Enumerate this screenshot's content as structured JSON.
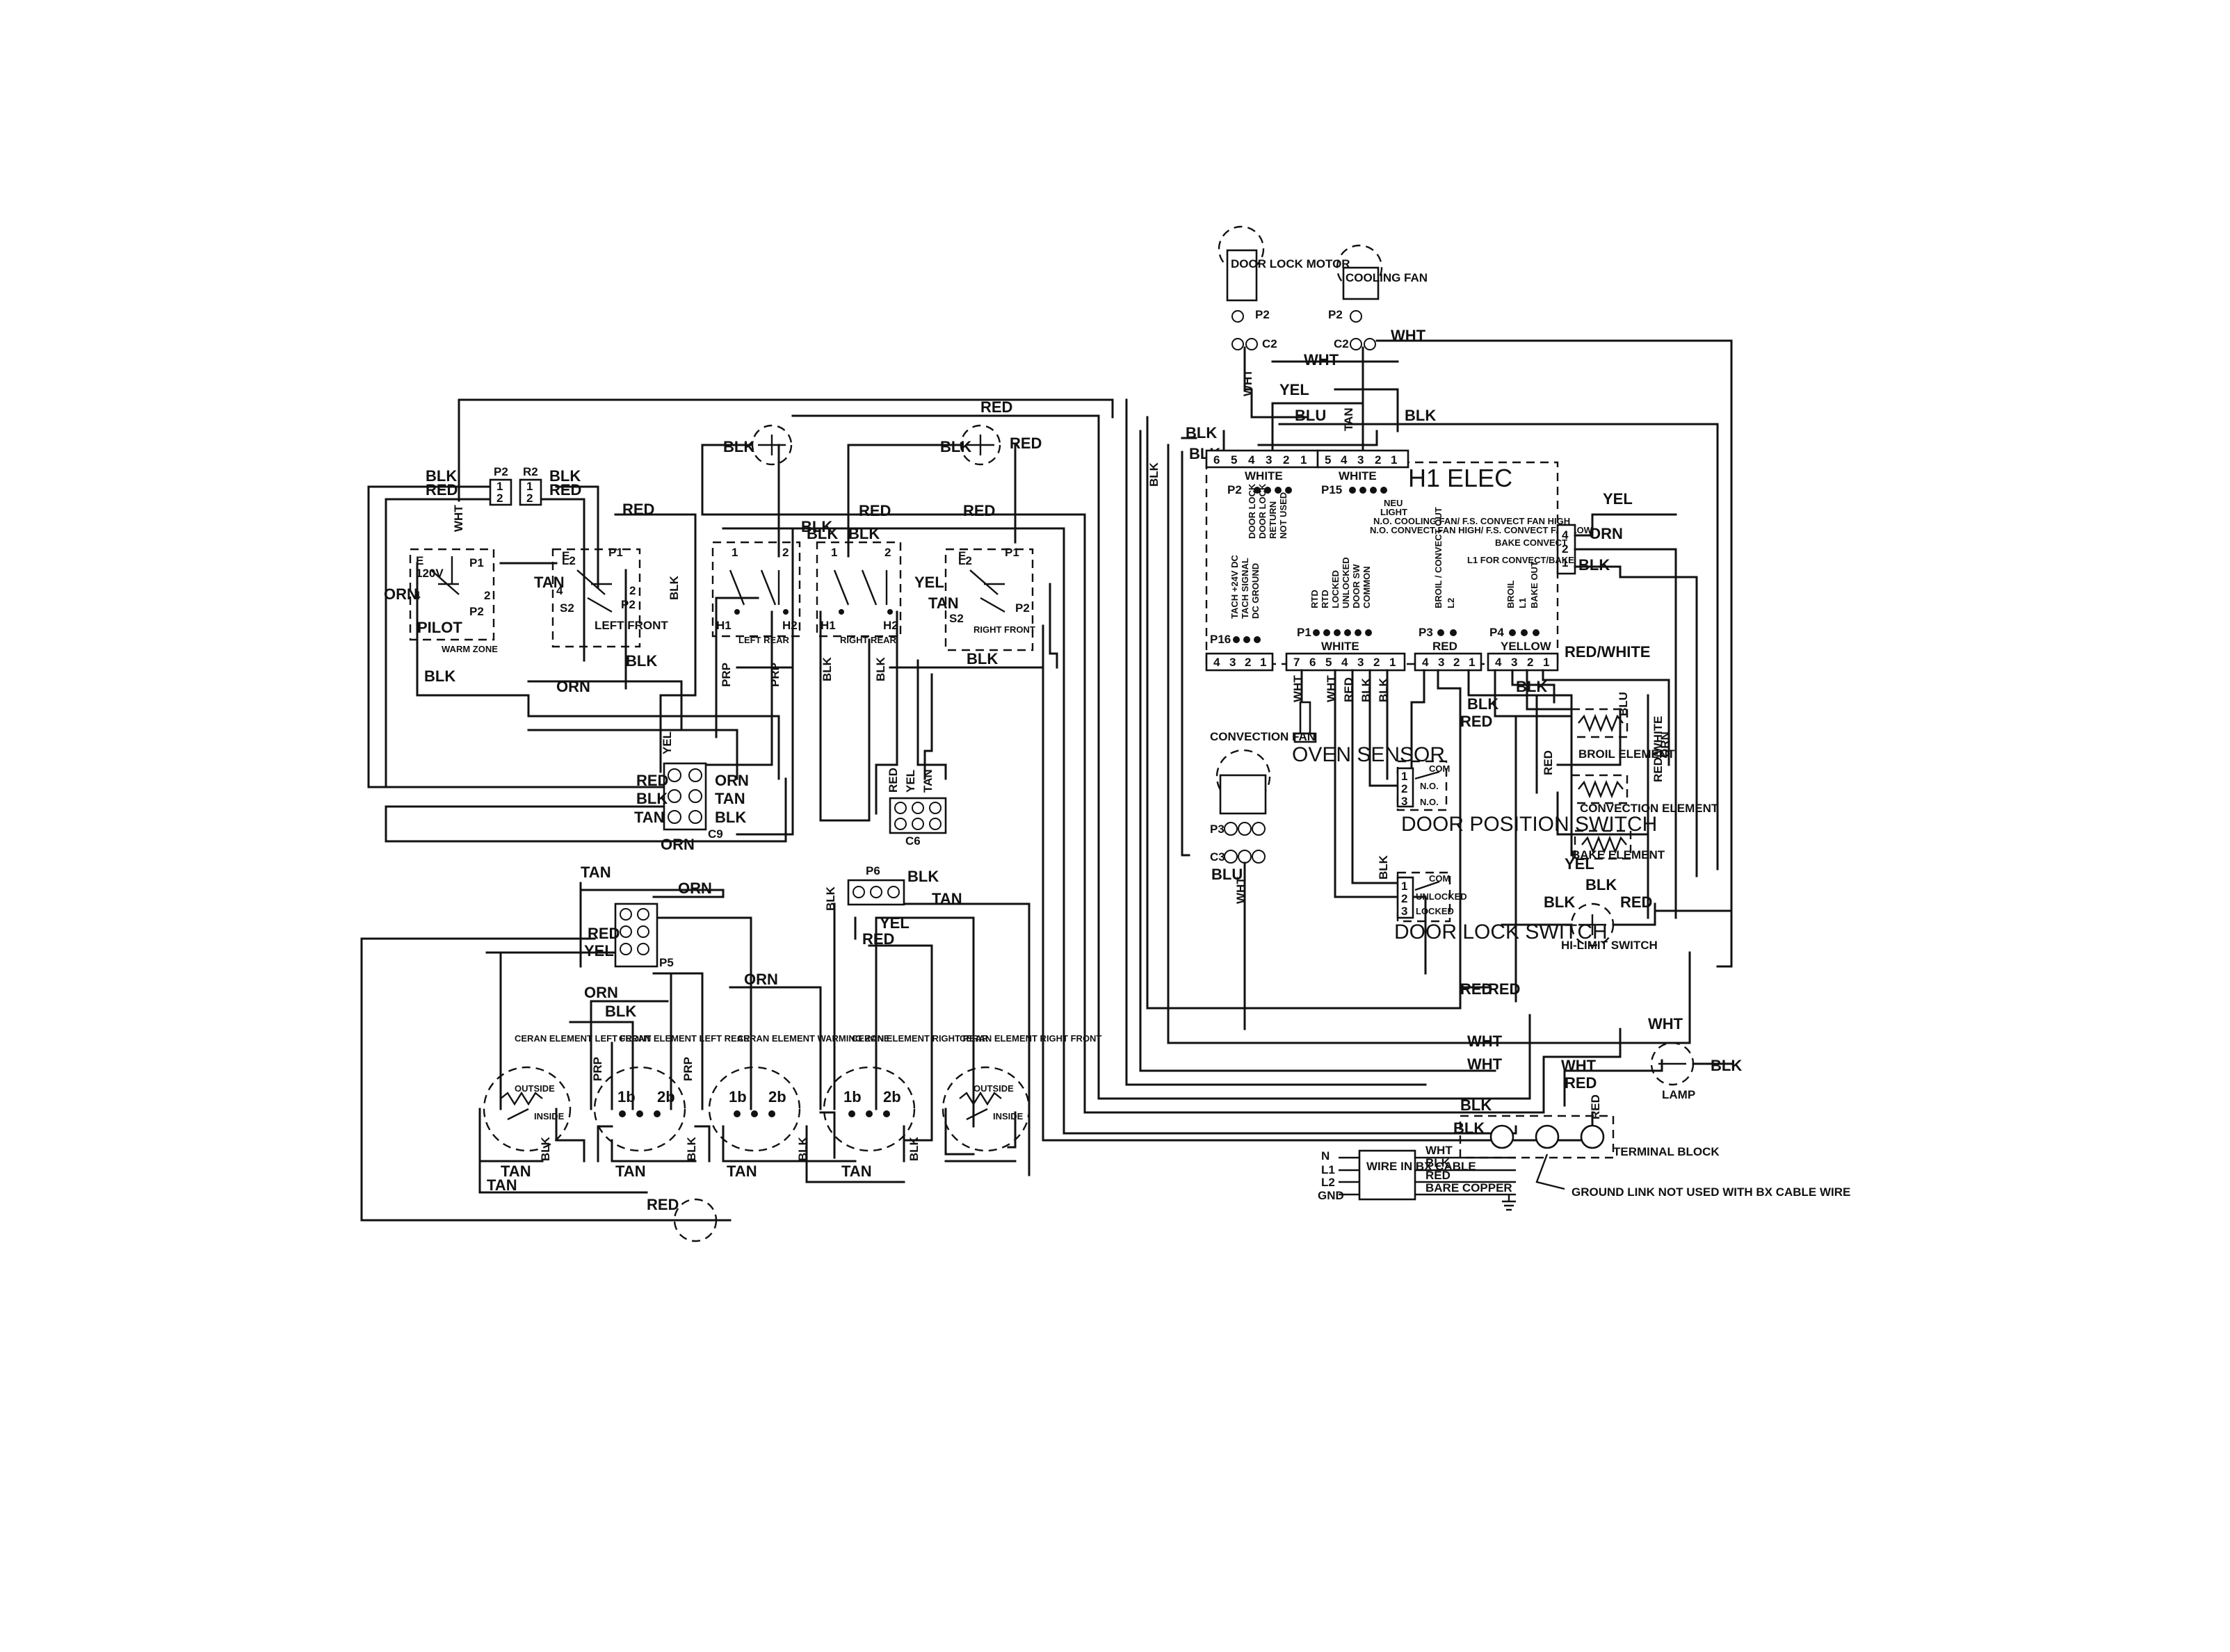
{
  "wire_colors": {
    "blk": "BLK",
    "red": "RED",
    "wht": "WHT",
    "tan": "TAN",
    "orn": "ORN",
    "yel": "YEL",
    "blu": "BLU",
    "prp": "PRP",
    "red_white": "RED/WHITE"
  },
  "connectors": {
    "p1": "P1",
    "p2": "P2",
    "p3": "P3",
    "p4": "P4",
    "p5": "P5",
    "p6": "P6",
    "p15": "P15",
    "p16": "P16",
    "r2": "R2",
    "c2": "C2",
    "c3": "C3",
    "c6": "C6",
    "c9": "C9",
    "s2": "S2",
    "l1": "L1",
    "l2": "L2",
    "gnd": "GND"
  },
  "switch_labels": {
    "pilot": "PILOT",
    "warm_zone": "WARM ZONE",
    "left_front": "LEFT FRONT",
    "left_rear": "LEFT REAR",
    "right_rear": "RIGHT REAR",
    "right_front": "RIGHT FRONT",
    "h1": "H1",
    "h2": "H2",
    "v120": "120V",
    "e": "E"
  },
  "components": {
    "door_lock_motor": "DOOR LOCK MOTOR",
    "cooling_fan": "COOLING FAN",
    "h1_elec": "H1 ELEC",
    "convection_fan": "CONVECTION FAN",
    "oven_sensor": "OVEN SENSOR",
    "door_position_switch": "DOOR POSITION SWITCH",
    "door_lock_switch": "DOOR LOCK SWITCH",
    "broil_element": "BROIL ELEMENT",
    "convection_element": "CONVECTION ELEMENT",
    "bake_element": "BAKE ELEMENT",
    "hi_limit_switch": "HI-LIMIT SWITCH",
    "lamp": "LAMP",
    "terminal_block": "TERMINAL BLOCK",
    "wire_in_bx_cable": "WIRE IN BX CABLE",
    "bare_copper": "BARE COPPER",
    "ground_link_note": "GROUND LINK NOT USED WITH BX CABLE WIRE",
    "bake_convect": "BAKE CONVECT",
    "l1_for_convect_bake": "L1 FOR CONVECT/BAKE",
    "ceran_lf": "CERAN ELEMENT LEFT FRONT",
    "ceran_lr": "CERAN ELEMENT LEFT REAR",
    "ceran_wz": "CERAN ELEMENT WARMING ZONE",
    "ceran_rr": "CERAN ELEMENT RIGHT REAR",
    "ceran_rf": "CERAN ELEMENT RIGHT FRONT",
    "outside": "OUTSIDE",
    "inside": "INSIDE",
    "l_1b": "1b",
    "l_2b": "2b"
  },
  "relay_labels": {
    "p2_lines": [
      "DOOR LOCK",
      "DOOR LOCK",
      "RETURN",
      "NOT USED"
    ],
    "p15_lines": [
      "NEU",
      "LIGHT",
      "N.O. COOLING FAN/ F.S. CONVECT FAN HIGH",
      "N.O. CONVECT FAN HIGH/ F.S. CONVECT FAN LOW"
    ],
    "p16_lines": [
      "TACH +24V DC",
      "TACH SIGNAL",
      "DC GROUND"
    ],
    "p1_lines": [
      "RTD",
      "RTD",
      "LOCKED",
      "UNLOCKED",
      "DOOR SW",
      "COMMON"
    ],
    "p3_lines": [
      "BROIL / CONVECT OUT",
      "L2"
    ],
    "p4_lines": [
      "BROIL",
      "L1",
      "BAKE OUT"
    ],
    "n_o": "N.O.",
    "com": "COM",
    "unlocked": "UNLOCKED",
    "locked": "LOCKED"
  },
  "connector_colors": {
    "white": "WHITE",
    "red": "RED",
    "yellow": "YELLOW"
  },
  "terminals": {
    "n": "N",
    "l1": "L1",
    "l2": "L2",
    "gnd": "GND"
  },
  "pin_numbers": [
    "1",
    "2",
    "3",
    "4",
    "5",
    "6",
    "7"
  ]
}
